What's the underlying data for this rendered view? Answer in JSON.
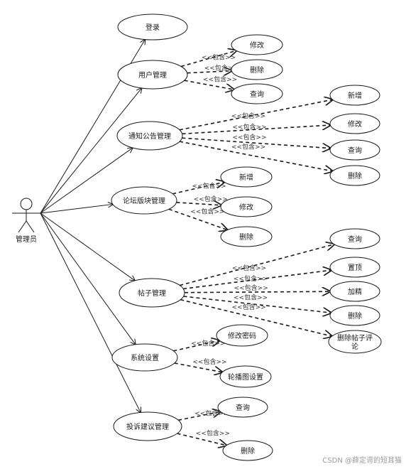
{
  "actor": {
    "label": "管理员"
  },
  "include_label": "<<包含>>",
  "use_cases": [
    {
      "id": "login",
      "label": "登录",
      "children": []
    },
    {
      "id": "user",
      "label": "用户管理",
      "children": [
        {
          "id": "user-edit",
          "label": "修改"
        },
        {
          "id": "user-del",
          "label": "删除"
        },
        {
          "id": "user-query",
          "label": "查询"
        }
      ]
    },
    {
      "id": "notice",
      "label": "通知公告管理",
      "children": [
        {
          "id": "notice-add",
          "label": "新增"
        },
        {
          "id": "notice-edit",
          "label": "修改"
        },
        {
          "id": "notice-query",
          "label": "查询"
        },
        {
          "id": "notice-del",
          "label": "删除"
        }
      ]
    },
    {
      "id": "forum",
      "label": "论坛版块管理",
      "children": [
        {
          "id": "forum-add",
          "label": "新增"
        },
        {
          "id": "forum-edit",
          "label": "修改"
        },
        {
          "id": "forum-del",
          "label": "删除"
        }
      ]
    },
    {
      "id": "post",
      "label": "帖子管理",
      "children": [
        {
          "id": "post-query",
          "label": "查询"
        },
        {
          "id": "post-top",
          "label": "置顶"
        },
        {
          "id": "post-feature",
          "label": "加精"
        },
        {
          "id": "post-del",
          "label": "删除"
        },
        {
          "id": "post-del-comment",
          "label": "删除帖子评论"
        }
      ]
    },
    {
      "id": "system",
      "label": "系统设置",
      "children": [
        {
          "id": "system-pwd",
          "label": "修改密码"
        },
        {
          "id": "system-carousel",
          "label": "轮播图设置"
        }
      ]
    },
    {
      "id": "complaint",
      "label": "投诉建议管理",
      "children": [
        {
          "id": "complaint-query",
          "label": "查询"
        },
        {
          "id": "complaint-del",
          "label": "删除"
        }
      ]
    }
  ],
  "watermark": "CSDN @薛定谔的短耳猫"
}
